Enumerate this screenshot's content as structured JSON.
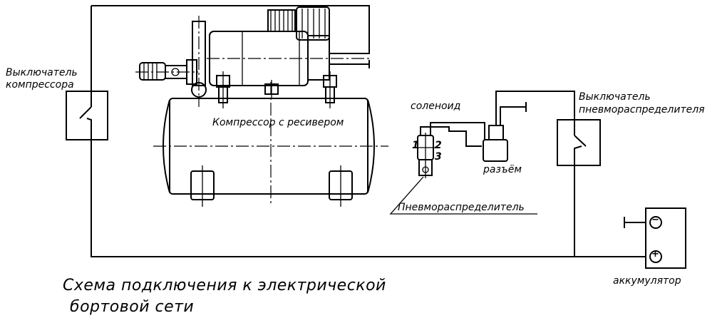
{
  "labels": {
    "switch_compressor_line1": "Выключатель",
    "switch_compressor_line2": "компрессора",
    "compressor": "Компрессор с ресивером",
    "solenoid": "соленоид",
    "connector": "разъём",
    "valve": "Пневмораспределитель",
    "switch_valve_line1": "Выключатель",
    "switch_valve_line2": "пневмораспределителя",
    "battery": "аккумулятор",
    "port_1": "1",
    "port_2": "2",
    "port_3": "3",
    "minus": "−",
    "plus": "+"
  },
  "title": {
    "line1": "Схема подключения к электрической",
    "line2": "бортовой сети"
  }
}
